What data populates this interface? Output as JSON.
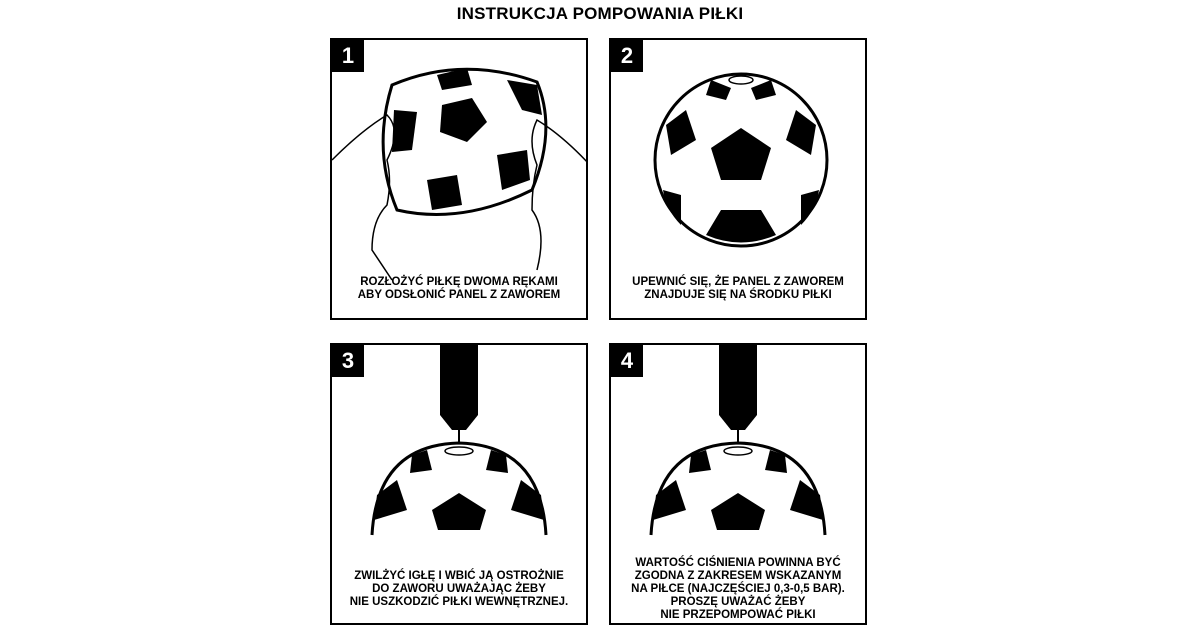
{
  "title": "INSTRUKCJA POMPOWANIA PIŁKI",
  "steps": [
    {
      "number": "1",
      "caption": "ROZŁOŻYĆ PIŁKĘ DWOMA RĘKAMI\nABY ODSŁONIĆ PANEL Z ZAWOREM"
    },
    {
      "number": "2",
      "caption": "UPEWNIĆ SIĘ, ŻE PANEL Z ZAWOREM\nZNAJDUJE SIĘ NA ŚRODKU PIŁKI"
    },
    {
      "number": "3",
      "caption": "ZWILŻYĆ IGŁĘ I WBIĆ JĄ OSTROŻNIE\nDO ZAWORU UWAŻAJĄC ŻEBY\nNIE USZKODZIĆ PIŁKI WEWNĘTRZNEJ."
    },
    {
      "number": "4",
      "caption": "WARTOŚĆ CIŚNIENIA POWINNA BYĆ\nZGODNA Z ZAKRESEM WSKAZANYM\nNA PIŁCE (NAJCZĘŚCIEJ 0,3-0,5 BAR).\nPROSZĘ UWAŻAĆ ŻEBY\nNIE PRZEPOMPOWAĆ PIŁKI"
    }
  ]
}
